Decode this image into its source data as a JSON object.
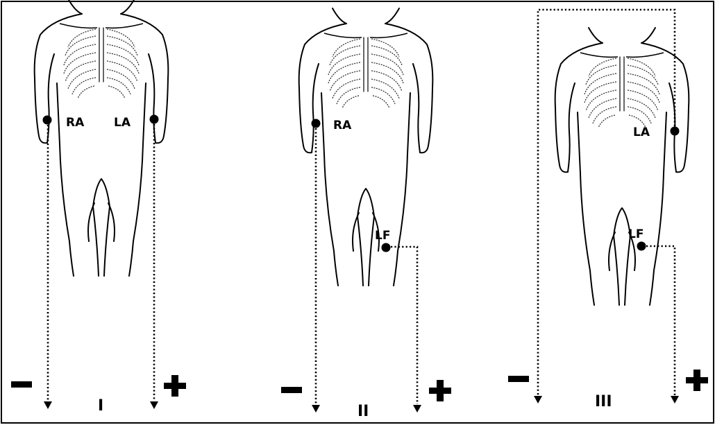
{
  "leads": [
    {
      "id": "I",
      "roman": "I",
      "neg_label": "RA",
      "pos_label": "LA"
    },
    {
      "id": "II",
      "roman": "II",
      "neg_label": "RA",
      "pos_label": "LF"
    },
    {
      "id": "III",
      "roman": "III",
      "neg_label": "LA",
      "pos_label": "LF"
    }
  ],
  "colors": {
    "ink": "#000000",
    "background": "#ffffff"
  }
}
